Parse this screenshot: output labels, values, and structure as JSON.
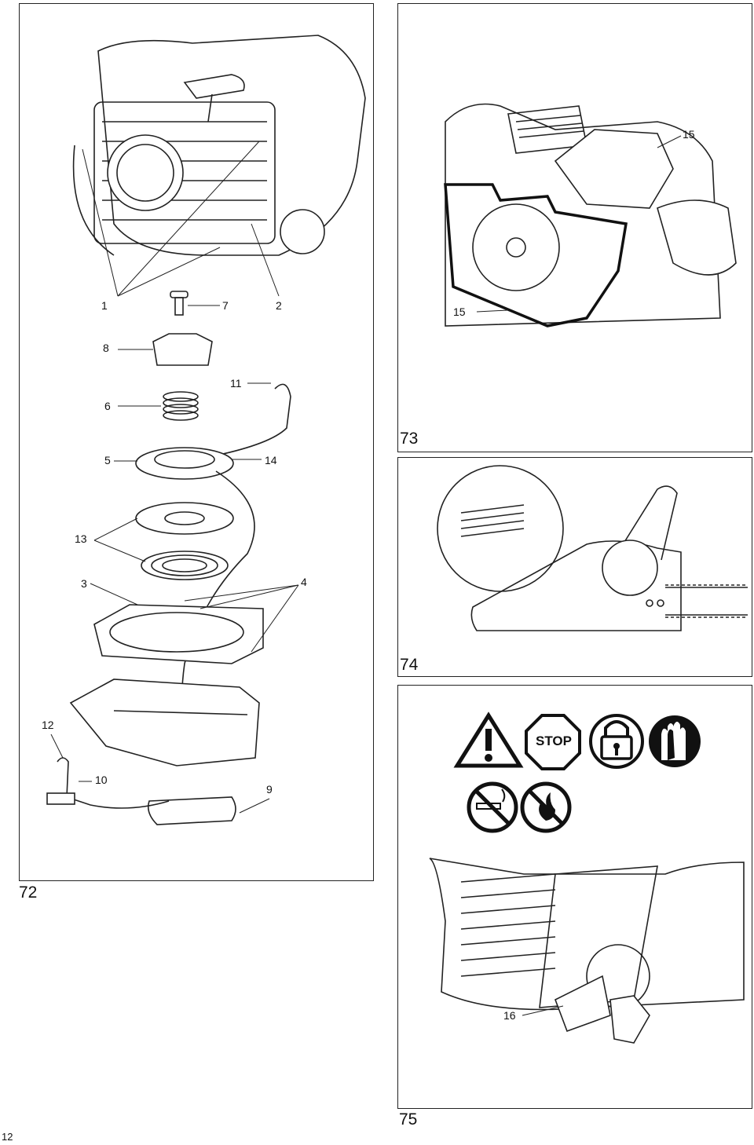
{
  "page_number": "12",
  "figures": {
    "fig72": {
      "number": "72",
      "callouts": {
        "c1": "1",
        "c7": "7",
        "c2": "2",
        "c8": "8",
        "c11": "11",
        "c6": "6",
        "c5": "5",
        "c14": "14",
        "c13": "13",
        "c3": "3",
        "c4": "4",
        "c12": "12",
        "c10": "10",
        "c9": "9"
      }
    },
    "fig73": {
      "number": "73",
      "callouts": {
        "c15a": "15",
        "c15b": "15"
      }
    },
    "fig74": {
      "number": "74"
    },
    "fig75": {
      "number": "75",
      "callouts": {
        "c16": "16"
      },
      "stop_sign_text": "STOP",
      "icons": [
        "warning-triangle-icon",
        "stop-sign-icon",
        "padlock-icon",
        "gloves-icon",
        "no-smoking-icon",
        "no-open-flame-icon"
      ]
    }
  }
}
